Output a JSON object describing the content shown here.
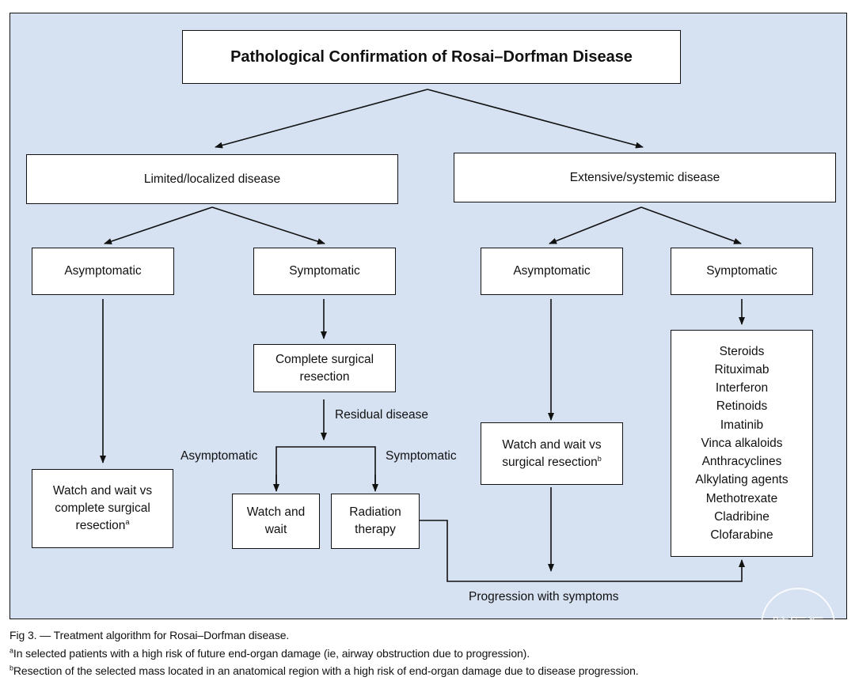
{
  "diagram": {
    "title": "Pathological Confirmation of Rosai–Dorfman Disease",
    "limited": {
      "label": "Limited/localized disease",
      "asymptomatic": "Asymptomatic",
      "symptomatic": "Symptomatic",
      "watch_resection_line1": "Watch and wait vs",
      "watch_resection_line2": "complete surgical",
      "watch_resection_line3": "resection",
      "watch_resection_sup": "a",
      "complete_resection": "Complete surgical resection",
      "residual_label": "Residual disease",
      "residual_asymptomatic": "Asymptomatic",
      "residual_symptomatic": "Symptomatic",
      "watch_and_wait": "Watch and wait",
      "radiation_therapy": "Radiation therapy"
    },
    "extensive": {
      "label": "Extensive/systemic disease",
      "asymptomatic": "Asymptomatic",
      "symptomatic": "Symptomatic",
      "watch_resection_line1": "Watch and wait vs",
      "watch_resection_line2": "surgical resection",
      "watch_resection_sup": "b",
      "treatments": [
        "Steroids",
        "Rituximab",
        "Interferon",
        "Retinoids",
        "Imatinib",
        "Vinca alkaloids",
        "Anthracyclines",
        "Alkylating agents",
        "Methotrexate",
        "Cladribine",
        "Clofarabine"
      ]
    },
    "progression_label": "Progression with symptoms"
  },
  "caption": {
    "fig": "Fig 3. — Treatment algorithm for Rosai–Dorfman disease.",
    "note_a_mark": "a",
    "note_a": "In selected patients with a high risk of future end-organ damage (ie, airway obstruction due to progression).",
    "note_b_mark": "b",
    "note_b": "Resection of the selected mass located in an anatomical region with a high risk of end-organ damage due to disease progression."
  },
  "watermark": {
    "text": "脑医汇"
  },
  "colors": {
    "panel": "#d6e1f2",
    "box": "#ffffff",
    "stroke": "#111111"
  }
}
